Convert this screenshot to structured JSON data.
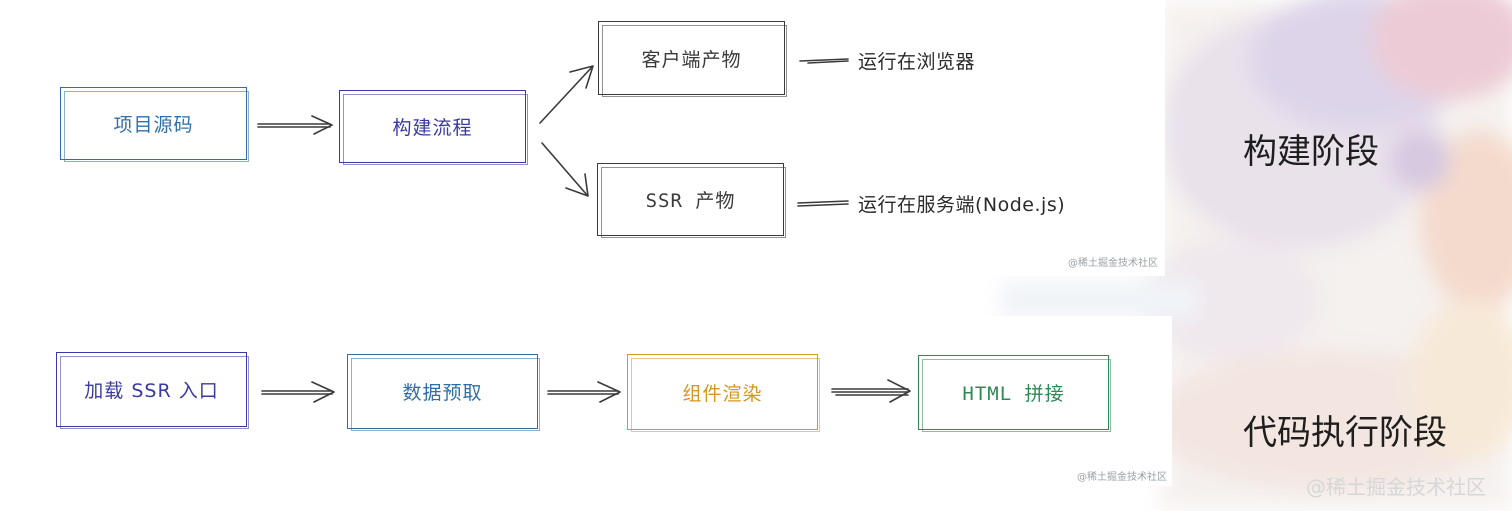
{
  "build_stage": {
    "nodes": {
      "source": "项目源码",
      "build": "构建流程",
      "client_output": "客户端产物",
      "ssr_output": "SSR 产物"
    },
    "notes": {
      "client_runtime": "运行在浏览器",
      "server_runtime": "运行在服务端(Node.js)"
    },
    "watermark": "@稀土掘金技术社区",
    "label": "构建阶段"
  },
  "exec_stage": {
    "nodes": {
      "load": "加载 SSR 入口",
      "fetch": "数据预取",
      "render": "组件渲染",
      "html": "HTML 拼接"
    },
    "watermark": "@稀土掘金技术社区",
    "label": "代码执行阶段"
  },
  "brand_watermark": "@稀土掘金技术社区",
  "colors": {
    "blue": "#2f6fa8",
    "indigo": "#3a3aa0",
    "dark": "#3a3a3a",
    "orange": "#d9951e",
    "green": "#2e8a55"
  }
}
